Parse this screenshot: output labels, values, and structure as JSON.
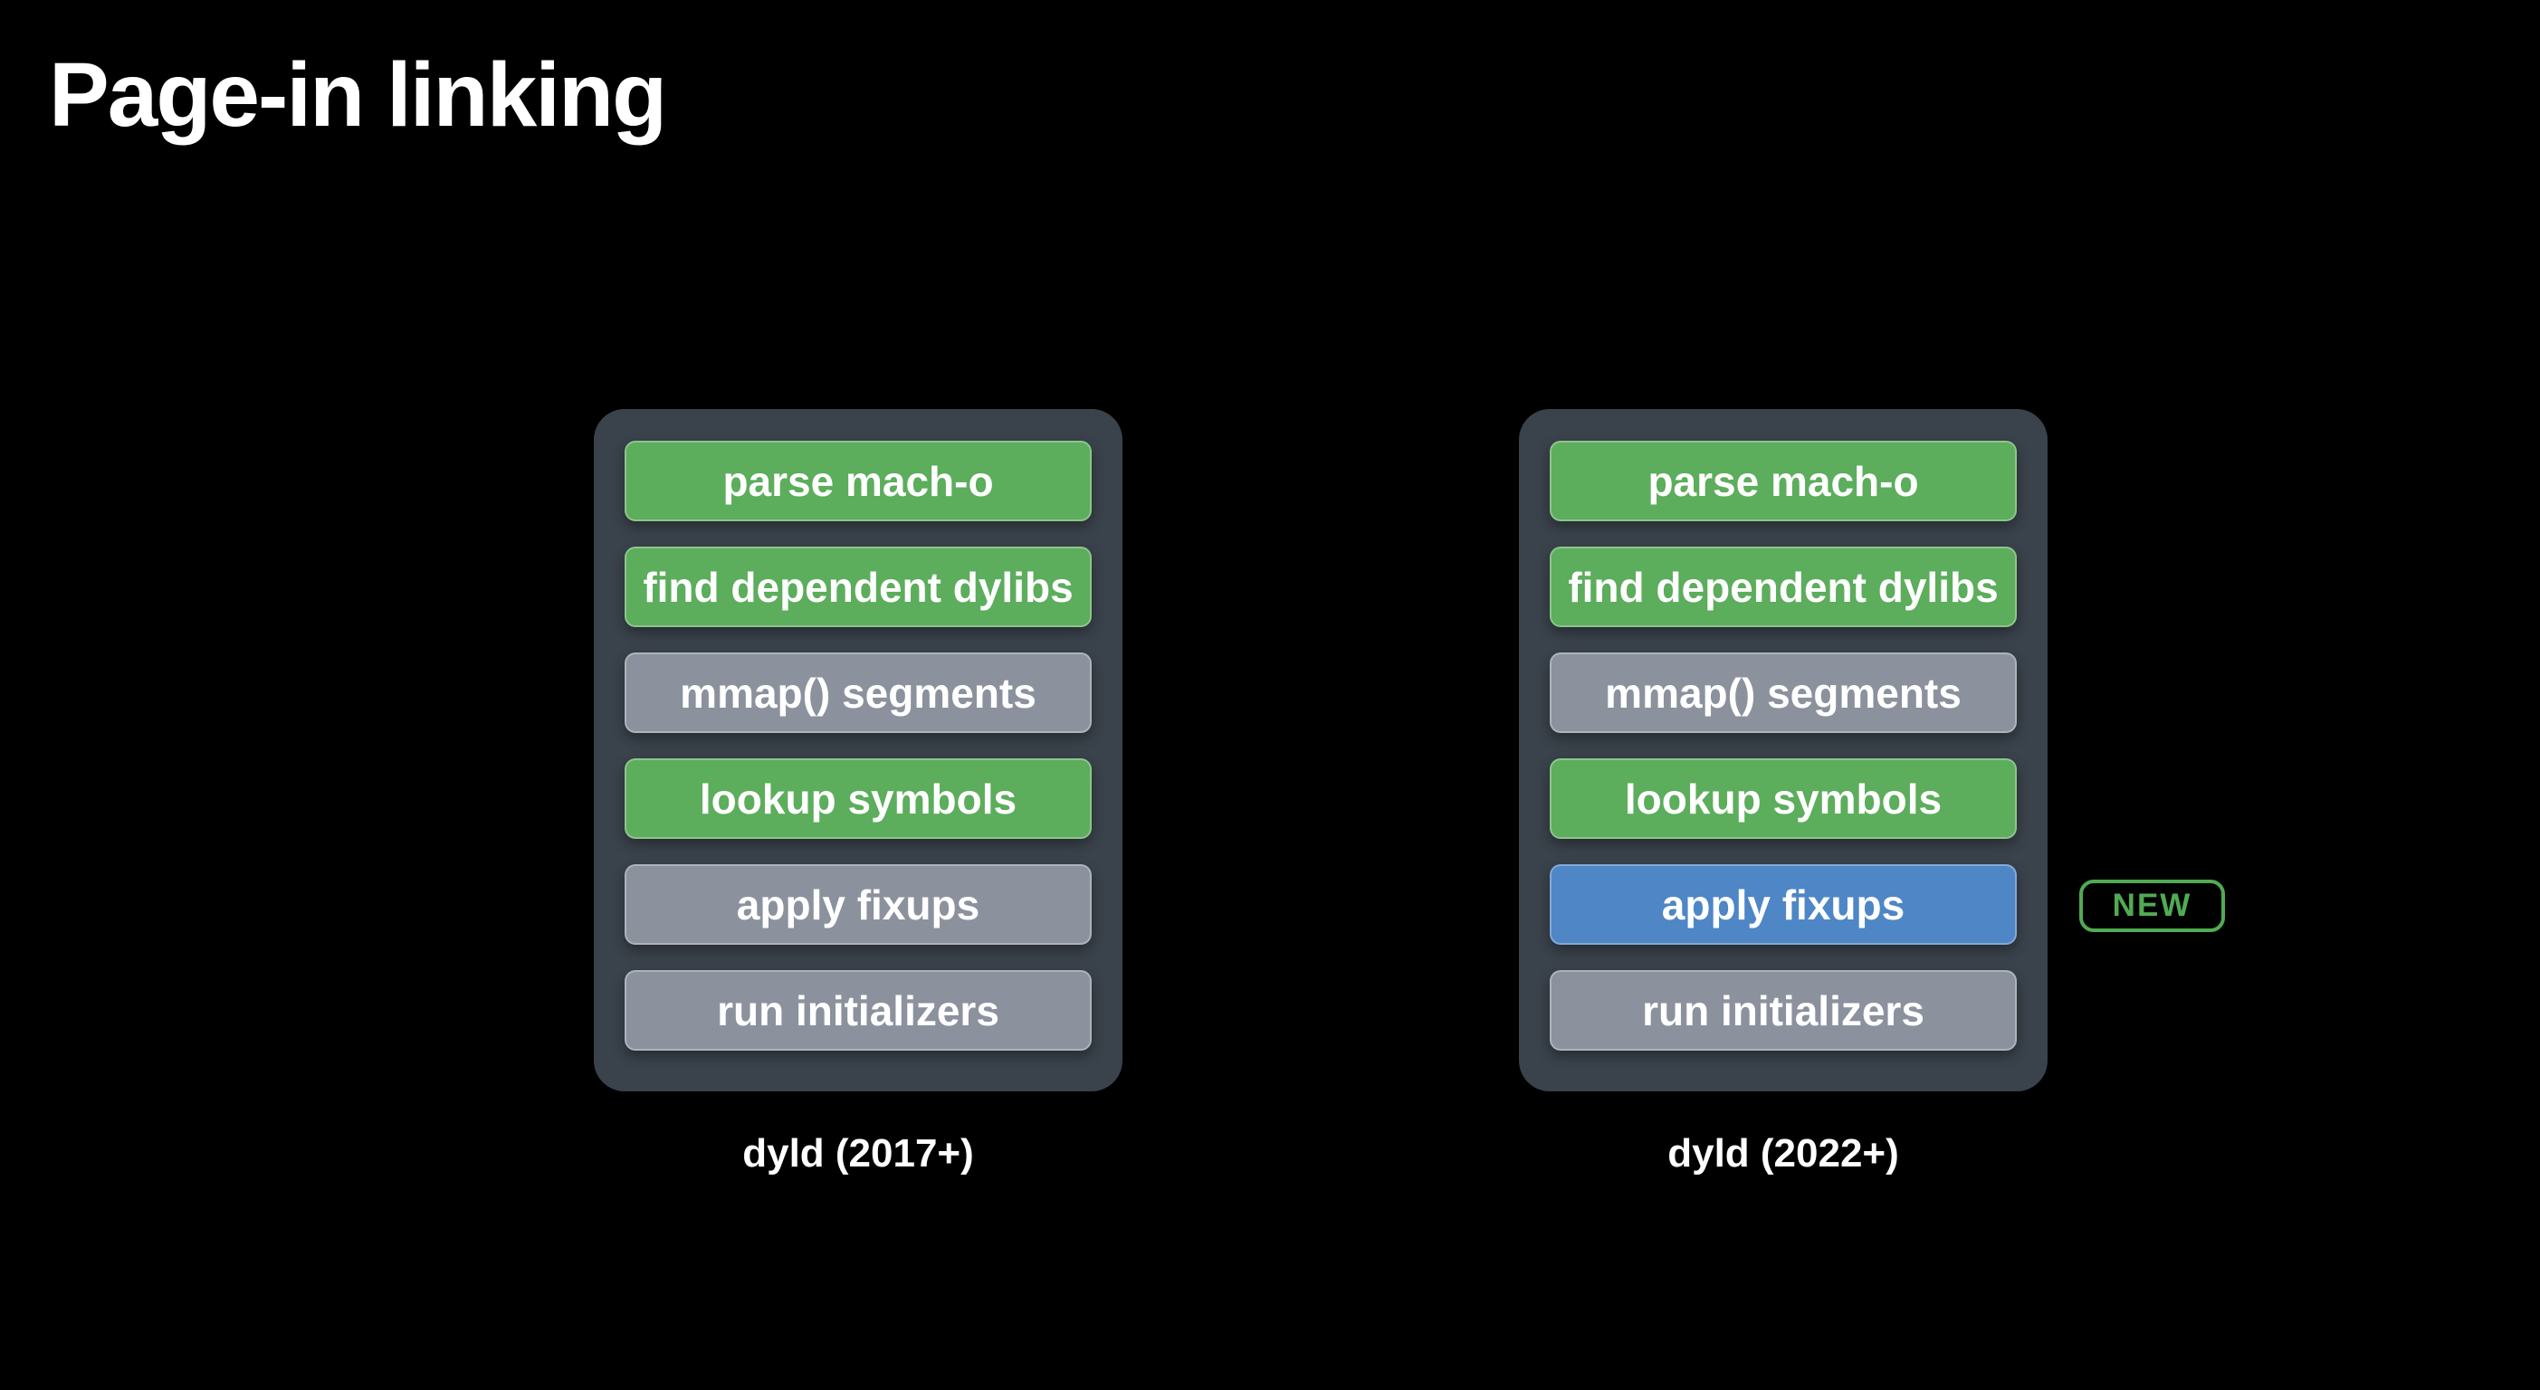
{
  "title": "Page-in linking",
  "colors": {
    "background": "#000000",
    "panel": "#3A424B",
    "green": "#5CAD5C",
    "gray": "#8B929D",
    "blue": "#4E86C6",
    "badge_green": "#50AB54",
    "text": "#FFFFFF"
  },
  "diagram": {
    "type": "flow-comparison",
    "panels": [
      {
        "caption": "dyld (2017+)",
        "steps": [
          {
            "label": "parse mach-o",
            "color": "green"
          },
          {
            "label": "find dependent dylibs",
            "color": "green"
          },
          {
            "label": "mmap() segments",
            "color": "gray"
          },
          {
            "label": "lookup symbols",
            "color": "green"
          },
          {
            "label": "apply fixups",
            "color": "gray"
          },
          {
            "label": "run initializers",
            "color": "gray"
          }
        ]
      },
      {
        "caption": "dyld (2022+)",
        "steps": [
          {
            "label": "parse mach-o",
            "color": "green"
          },
          {
            "label": "find dependent dylibs",
            "color": "green"
          },
          {
            "label": "mmap() segments",
            "color": "gray"
          },
          {
            "label": "lookup symbols",
            "color": "green"
          },
          {
            "label": "apply fixups",
            "color": "blue"
          },
          {
            "label": "run initializers",
            "color": "gray"
          }
        ]
      }
    ]
  },
  "badge": {
    "label": "NEW"
  }
}
